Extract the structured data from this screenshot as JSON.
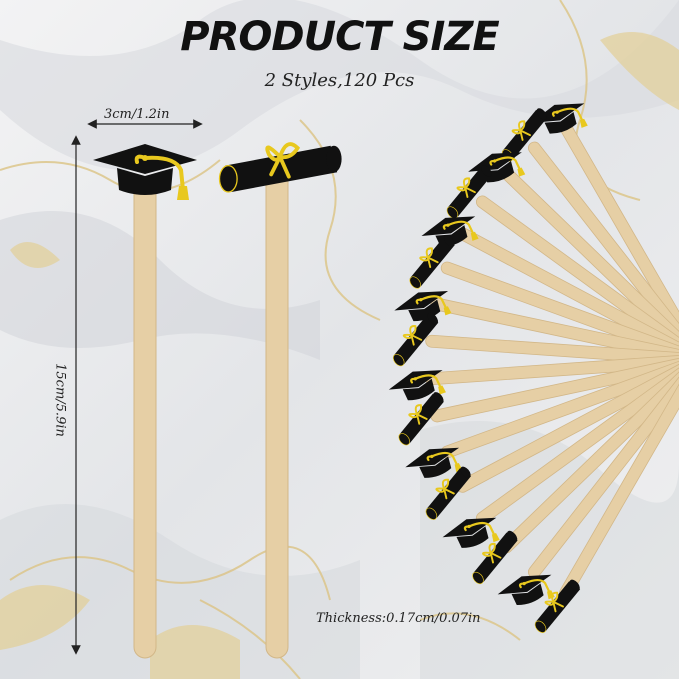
{
  "title": "PRODUCT SIZE",
  "subtitle": "2 Styles,120 Pcs",
  "dimensions": {
    "width": "3cm/1.2in",
    "height": "15cm/5.9in",
    "thickness": "Thickness:0.17cm/0.07in"
  },
  "colors": {
    "stick": "#e6cfa5",
    "felt": "#111111",
    "glitter_gold": "#e8c81e",
    "marble_gold": "#dcc58a"
  },
  "styles": [
    "graduation-cap",
    "diploma-scroll"
  ]
}
